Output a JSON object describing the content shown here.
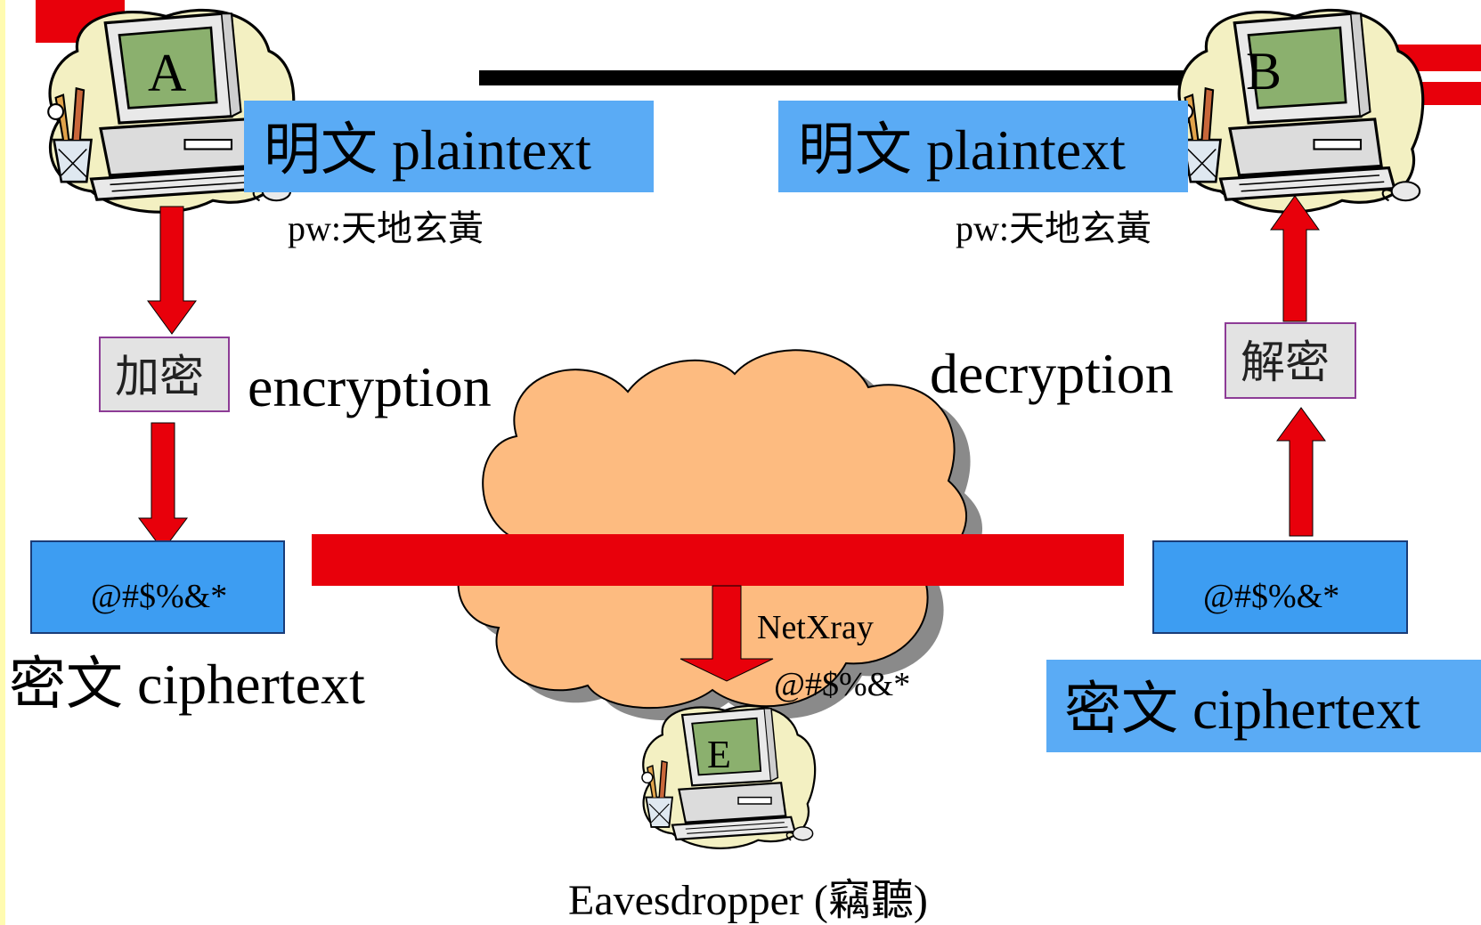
{
  "computers": {
    "a_letter": "A",
    "b_letter": "B",
    "e_letter": "E"
  },
  "labels": {
    "plaintext_left": "明文 plaintext",
    "plaintext_right": "明文 plaintext",
    "pw_left": "pw:天地玄黃",
    "pw_right": "pw:天地玄黃",
    "encrypt_box": "加密",
    "encryption": "encryption",
    "decrypt_box": "解密",
    "decryption": "decryption",
    "cipher_symbols_left": "@#$%&*",
    "cipher_symbols_right": "@#$%&*",
    "ciphertext_left": "密文 ciphertext",
    "ciphertext_right": "密文 ciphertext",
    "netxray": "NetXray",
    "netxray_symbols": "@#$%&*",
    "eavesdropper": "Eavesdropper (竊聽)"
  },
  "colors": {
    "arrow_red": "#e8000b",
    "label_blue": "#5aabf5",
    "cipher_blue": "#3d9df2",
    "cloud_fill": "#fdbb80",
    "cloud_shadow": "#8a8a8a",
    "box_gray": "#e3e3e3",
    "box_border": "#8d3c96",
    "computer_blob": "#f3f0c2",
    "screen_green": "#8bb06e"
  }
}
